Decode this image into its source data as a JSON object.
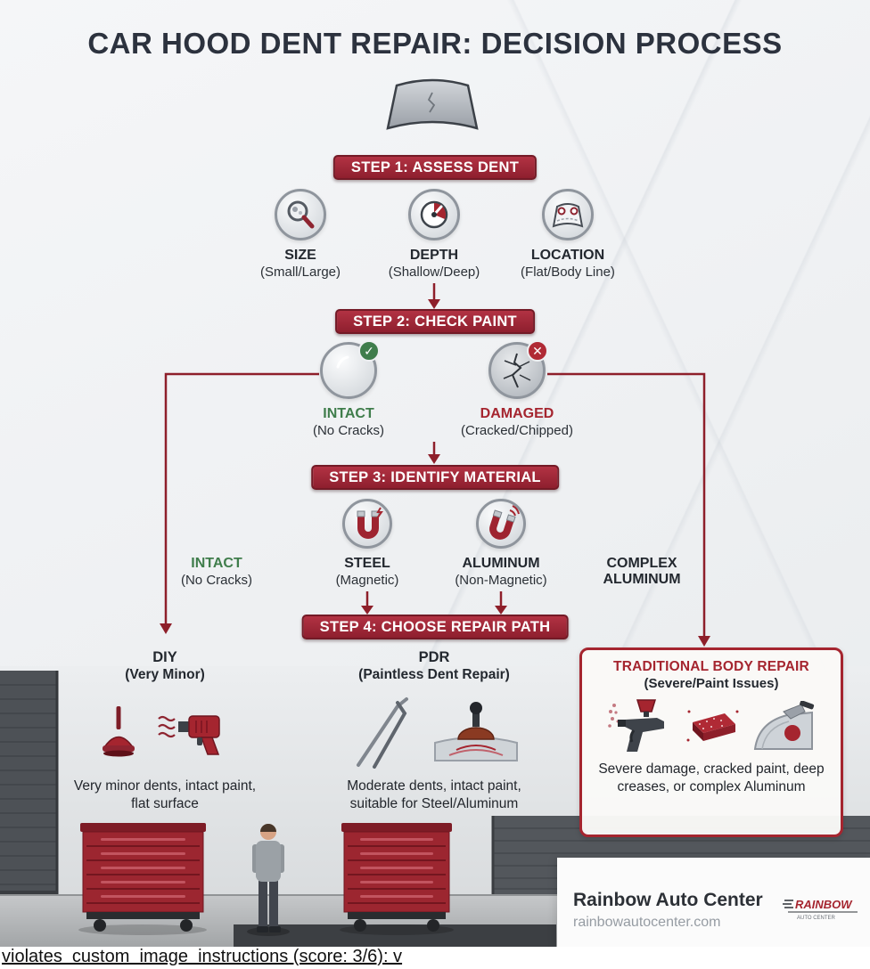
{
  "title": "CAR HOOD DENT REPAIR: DECISION PROCESS",
  "step1": {
    "banner": "STEP 1: ASSESS DENT",
    "items": [
      {
        "icon": "magnifier-icon",
        "label": "SIZE",
        "sub": "(Small/Large)"
      },
      {
        "icon": "depth-gauge-icon",
        "label": "DEPTH",
        "sub": "(Shallow/Deep)"
      },
      {
        "icon": "location-hood-icon",
        "label": "LOCATION",
        "sub": "(Flat/Body Line)"
      }
    ]
  },
  "step2": {
    "banner": "STEP 2: CHECK PAINT",
    "intact": {
      "label": "INTACT",
      "sub": "(No Cracks)"
    },
    "damaged": {
      "label": "DAMAGED",
      "sub": "(Cracked/Chipped)"
    }
  },
  "step3": {
    "banner": "STEP 3: IDENTIFY MATERIAL",
    "left_branch": {
      "label": "INTACT",
      "sub": "(No Cracks)"
    },
    "steel": {
      "label": "STEEL",
      "sub": "(Magnetic)"
    },
    "aluminum": {
      "label": "ALUMINUM",
      "sub": "(Non-Magnetic)"
    },
    "right_branch": {
      "line1": "COMPLEX",
      "line2": "ALUMINUM"
    }
  },
  "step4": {
    "banner": "STEP 4: CHOOSE REPAIR PATH",
    "diy": {
      "title": "DIY",
      "subtitle": "(Very Minor)",
      "desc": "Very minor dents, intact paint, flat surface"
    },
    "pdr": {
      "title": "PDR",
      "subtitle": "(Paintless Dent Repair)",
      "desc": "Moderate dents, intact paint, suitable for Steel/Aluminum"
    },
    "traditional": {
      "title": "TRADITIONAL BODY REPAIR",
      "subtitle": "(Severe/Paint Issues)",
      "desc": "Severe damage, cracked paint, deep creases, or complex Aluminum"
    }
  },
  "footer": {
    "brand": "Rainbow Auto Center",
    "website": "rainbowautocenter.com",
    "logo_text": "RAINBOW",
    "logo_subtext": "AUTO CENTER"
  },
  "caption": "violates  custom  image  instructions (score: 3/6): v",
  "icons": {
    "check": "✓",
    "cross": "✕"
  },
  "colors": {
    "banner_red": "#9e2430",
    "accent_red": "#a5252f",
    "accent_green": "#3f7d4b",
    "text_dark": "#23282f",
    "chest_red": "#9c2630"
  }
}
